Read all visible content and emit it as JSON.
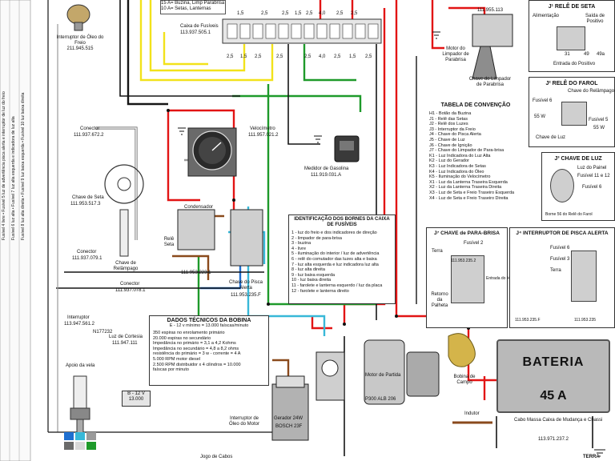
{
  "fuse_box": {
    "legend_lines": [
      "15 A= Buzina, Limp Parabrisa",
      "10 A= Setas, Lanternas"
    ],
    "label": "Caixa de Fusíveis",
    "part": "113.937.505.1",
    "top_values": [
      "1,5",
      "2,5",
      "2,5",
      "1,5",
      "2,5",
      "4,0",
      "2,5",
      "2,5"
    ],
    "bottom_values": [
      "2,5",
      "1,5",
      "2,5",
      "2,5",
      "2,5",
      "4,0",
      "2,5",
      "1,5",
      "2,5"
    ]
  },
  "labels": {
    "oil_sender": "Interruptor de Óleo do Freio",
    "oil_sender_part": "211.945.515",
    "connector_a": "Conector",
    "connector_a_part": "111.937.672.2",
    "turn_switch": "Chave de Seta",
    "turn_switch_part": "111.953.517.3",
    "connector_b": "Conector",
    "connector_b_part": "111.937.079.1",
    "connector_c": "Conector",
    "connector_c_part": "111.937.078.1",
    "flasher_switch": "Chave de Relâmpago",
    "speedometer": "Velocímetro",
    "speedometer_part": "111.957.021.2",
    "fuel_gauge": "Medidor de Gasolina",
    "fuel_gauge_part": "111.919.031.A",
    "condenser": "Condensador",
    "relay_seta": "Relê Seta",
    "relay_part": "111.953.223.1",
    "hazard_switch": "Chave do Pisca Alerta",
    "hazard_part": "111.953.235.F",
    "wiper_motor": "Motor do Limpador de Parabrisa",
    "wiper_switch": "Chave do Limpador de Parabrisa",
    "wiper_part": "111.955.113",
    "dome_switch": "Interruptor",
    "dome_part": "113.947.561.2",
    "dome_lamp": "Luz de Cortesia",
    "dome_lamp_part": "111.947.111",
    "n_part": "N177232",
    "spark": "Apoio da vela",
    "oil_pressure": "Interruptor de Óleo do Motor",
    "generator": "Gerador 24W",
    "bosch_part": "BOSCH 23F",
    "ignition_coil": "Motor de Partida",
    "starter_part": "P300 ALB 206",
    "field_coil": "Bobina de Campo",
    "inductor": "Indutor",
    "cables": "Jogo de Cabos",
    "battery_cable": "Cabo Massa Caixa de Mudança e Chassi",
    "battery_cable_part": "113.971.237.2",
    "earth": "TERRA",
    "motor_label": "Motor de Partida",
    "fuse_ratings": "15 A  10 A",
    "b_12v": "B - 12 V",
    "b_part": "13.000"
  },
  "relay_seta_box": {
    "title": "J¹  RELÊ DE SETA",
    "alim": "Alimentação",
    "saida": "Saída de Positivo",
    "entrada": "Entrada do Positivo",
    "pins": [
      "31",
      "49",
      "49a"
    ]
  },
  "relay_farol_box": {
    "title": "J²  RELÊ DO FAROL",
    "chave": "Chave do Relâmpago",
    "fusivel6": "Fusível 6",
    "chave_luz": "Chave de Luz",
    "fusivel": "Fusível 5",
    "values": [
      "55 W",
      "55 W"
    ]
  },
  "chave_luz_box": {
    "title": "J³  CHAVE DE LUZ",
    "painel": "Luz do Painel",
    "fusivel": "Fusível 11 e 12",
    "fus6": "Fusível 6",
    "borne": "Borne 56 do Relê do Farol"
  },
  "convencao": {
    "title": "TABELA DE CONVENÇÃO",
    "rows": [
      "H1 - Botão da Buzina",
      "J1 - Relê das Setas",
      "J2 - Relê dos Luzes",
      "J3 - Interruptor da Freio",
      "J4 - Chave do Pisca Alerta",
      "J5 - Chave de Luz",
      "J6 - Chave de Ignição",
      "J7 - Chave do Limpador de Para-brisa",
      "K1 - Luz Indicadora do Luz Alta",
      "K2 - Luz do Gerador",
      "K3 - Luz Indicadora de Setas",
      "K4 - Luz Indicadora do Óleo",
      "K5 - Iluminação do Velocímetro",
      "X1 - Luz da Lanterna Traseira Esquerda",
      "X2 - Luz da Lanterna Traseira Direita",
      "X3 - Luz de Seta e Freio Traseiro Esquerda",
      "X4 - Luz de Seta e Freio Traseiro Direita"
    ]
  },
  "bornes": {
    "title": "IDENTIFICAÇÃO DOS BORNES DA CAIXA DE FUSÍVEIS",
    "rows": [
      "1 - luz do freio e dos indicadores de direção",
      "2 - limpador de para-brisa",
      "3 - buzina",
      "4 - livre",
      "5 - iluminação do interior / luz de advertência",
      "6 - relê do comutador das luzes alta e baixa",
      "7 - luz alta esquerda e luz indicadora luz alta",
      "8 - luz alta direita",
      "9 - luz baixa esquerda",
      "10 - luz baixa direita",
      "11 - farolete e lanterna esquerdo / luz da placa",
      "12 - farolete e lanterna direito"
    ]
  },
  "bobina": {
    "title": "DADOS TÉCNICOS DA BOBINA",
    "subtitle": "E - 12 v mínimo = 13.000 faíscas/minuto",
    "rows": [
      "350 espiras no enrolamento primário",
      "20.000 espiras no secundário",
      "Impedância no primário = 3,1 a 4,2 Kohms",
      "Impedância no secundário = 4,8 a 8,2 ohms",
      "resistência do primário = 3 w - corrente = 4 A",
      "5.000 RPM motor diesel",
      "2.500 RPM distribuidor x 4 cilindros = 10.000",
      "faíscas por minuto"
    ]
  },
  "chave_parabrisa": {
    "title": "J⁷  CHAVE de PARA-BRISA",
    "entrada": "Entrada do Motor",
    "fusivel": "Fusível 2",
    "retorno": "Retorno da Palheta",
    "terra": "Terra",
    "part": "111.953.235.2"
  },
  "pisca_alerta": {
    "title": "J⁴  INTERRUPTOR DE PISCA ALERTA",
    "fus6": "Fusível 6",
    "fus3": "Fusível 3",
    "terra": "Terra",
    "part": "111.953.235.F",
    "part2": "111.953.235"
  },
  "battery": {
    "label": "BATERIA",
    "amps": "45 A"
  },
  "side_notes": [
    "Fusível 4 livre  •  Fusível 5 luz de advertência pisca alerta e interruptor de luz do freio",
    "Fusível 6 luz alta  •  Fusível 7 luz alta esquerda e indicadora de luz alta",
    "Fusível 8 luz alta direita  •  Fusível 9 luz baixa esquerda  •  Fusível 10 luz baixa direita"
  ],
  "colors": {
    "red": "#e21414",
    "yellow": "#f2e21a",
    "green": "#1e9a2a",
    "blue": "#1f6fd0",
    "cyan": "#38b8d8",
    "brown": "#8a4a1c",
    "black": "#151515",
    "gray": "#9a9a9a",
    "white": "#f4f4f4"
  }
}
